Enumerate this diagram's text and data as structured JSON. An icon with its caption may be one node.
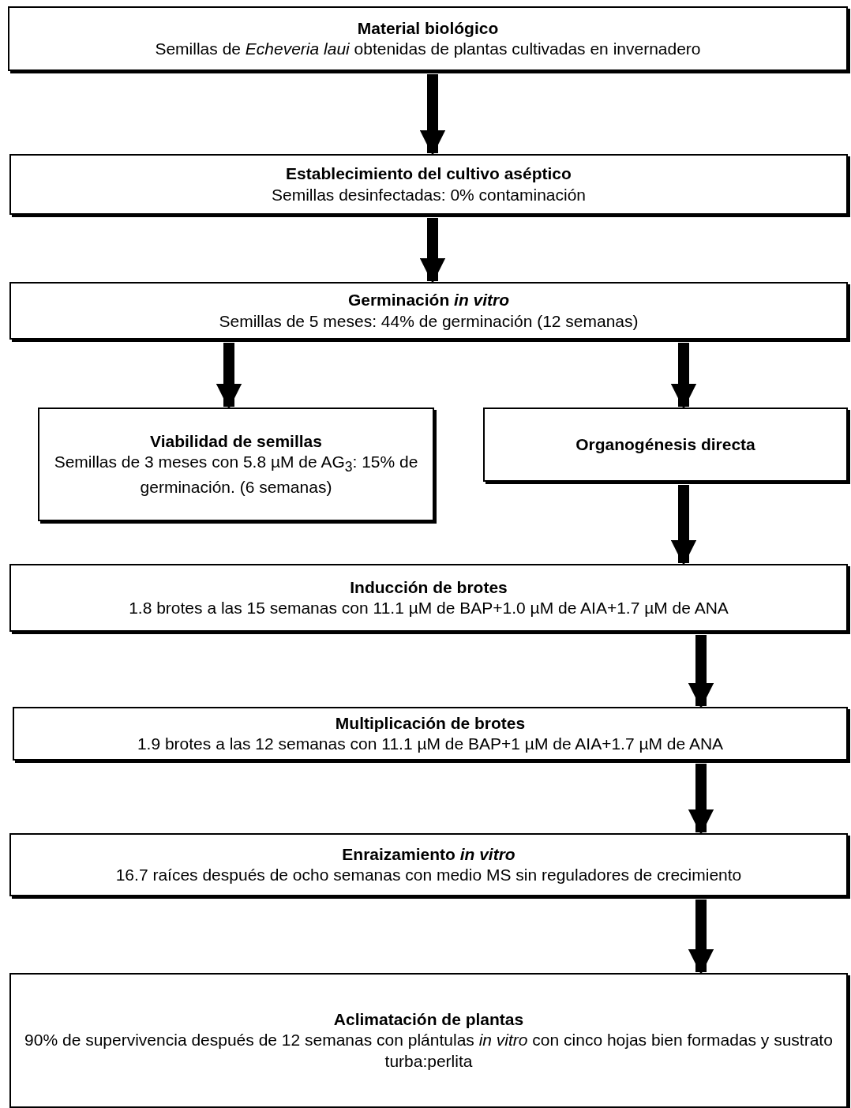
{
  "diagram": {
    "nodes": [
      {
        "text": [
          "Material biológico",
          "Semillas de *Echeveria laui* obtenidas de plantas cultivadas en invernadero"
        ]
      },
      {
        "text": [
          "Establecimiento del cultivo aséptico",
          "Semillas desinfectadas: 0% contaminación"
        ]
      },
      {
        "text": [
          "Germinación *in vitro*",
          "Semillas de 5 meses: 44% de germinación (12 semanas)"
        ]
      },
      {
        "text": [
          "Viabilidad de semillas",
          "Semillas de 3 meses con 5.8 µM de AG$_{3}$: 15% de germinación. (6 semanas)"
        ]
      },
      {
        "text": [
          "Organogénesis directa"
        ]
      },
      {
        "text": [
          "Inducción de brotes",
          "1.8 brotes a las 15 semanas con 11.1  µM de BAP+1.0 µM de AIA+1.7 µM de ANA"
        ]
      },
      {
        "text": [
          "Multiplicación de brotes",
          "1.9 brotes a las 12 semanas con 11.1 µM de BAP+1 µM de AIA+1.7 µM de ANA"
        ]
      },
      {
        "text": [
          "Enraizamiento *in vitro*",
          "16.7 raíces después de ocho semanas con medio MS sin reguladores de crecimiento"
        ]
      },
      {
        "text": [
          "Aclimatación de plantas",
          "90% de supervivencia después de 12 semanas con plántulas *in vitro* con cinco hojas bien formadas y sustrato turba:perlita"
        ]
      }
    ],
    "edges": [
      {
        "from": 0,
        "to": 1,
        "arrow": "to"
      },
      {
        "from": 1,
        "to": 2,
        "arrow": "to"
      },
      {
        "from": 2,
        "to": 3,
        "arrow": "to"
      },
      {
        "from": 2,
        "to": 4,
        "arrow": "to"
      },
      {
        "from": 4,
        "to": 5,
        "arrow": "to"
      },
      {
        "from": 5,
        "to": 6,
        "arrow": "to"
      },
      {
        "from": 6,
        "to": 7,
        "arrow": "to"
      },
      {
        "from": 7,
        "to": 8,
        "arrow": "to"
      }
    ]
  }
}
